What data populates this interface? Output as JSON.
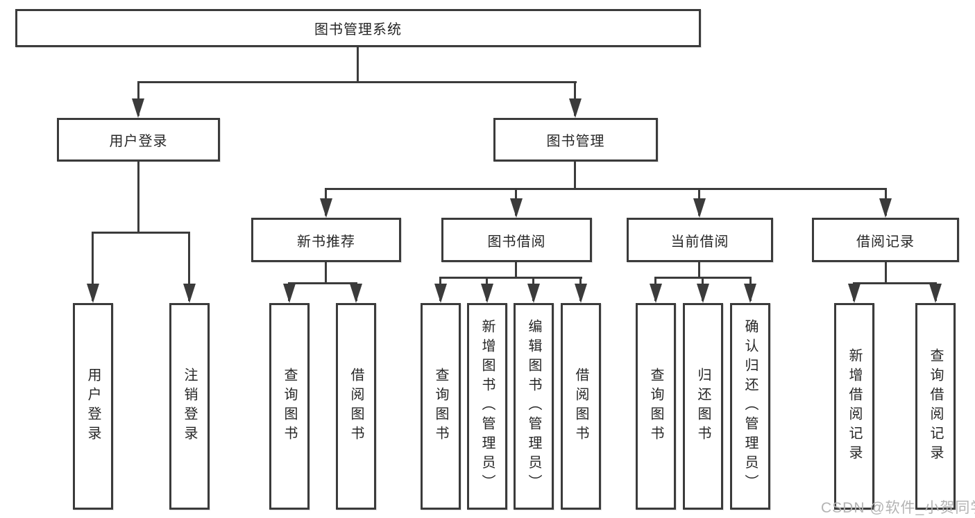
{
  "tree": {
    "label": "图书管理系统",
    "children": [
      {
        "label": "用户登录",
        "children": [
          {
            "label": "用户登录"
          },
          {
            "label": "注销登录"
          }
        ]
      },
      {
        "label": "图书管理",
        "children": [
          {
            "label": "新书推荐",
            "children": [
              {
                "label": "查询图书"
              },
              {
                "label": "借阅图书"
              }
            ]
          },
          {
            "label": "图书借阅",
            "children": [
              {
                "label": "查询图书"
              },
              {
                "label": "新增图书（管理员）"
              },
              {
                "label": "编辑图书（管理员）"
              },
              {
                "label": "借阅图书"
              }
            ]
          },
          {
            "label": "当前借阅",
            "children": [
              {
                "label": "查询图书"
              },
              {
                "label": "归还图书"
              },
              {
                "label": "确认归还（管理员）"
              }
            ]
          },
          {
            "label": "借阅记录",
            "children": [
              {
                "label": "新增借阅记录"
              },
              {
                "label": "查询借阅记录"
              }
            ]
          }
        ]
      }
    ]
  },
  "watermark": {
    "text": "CSDN @软件_小贺同学"
  },
  "colors": {
    "line": "#3b3b3b",
    "box_border": "#3b3b3b",
    "text": "#262626",
    "watermark": "#b3b3b3",
    "background": "#ffffff"
  }
}
